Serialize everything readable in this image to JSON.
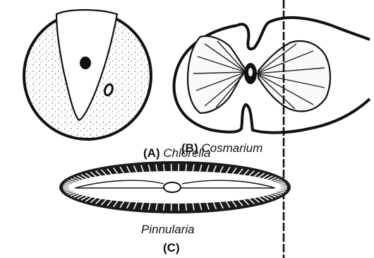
{
  "figure": {
    "panel_a": {
      "letter": "(A)",
      "name": "Chlorella"
    },
    "panel_b": {
      "letter": "(B)",
      "name": "Cosmarium"
    },
    "panel_c": {
      "letter": "(C)",
      "name": "Pinnularia"
    }
  },
  "colors": {
    "ink": "#111111",
    "background": "#ffffff"
  }
}
